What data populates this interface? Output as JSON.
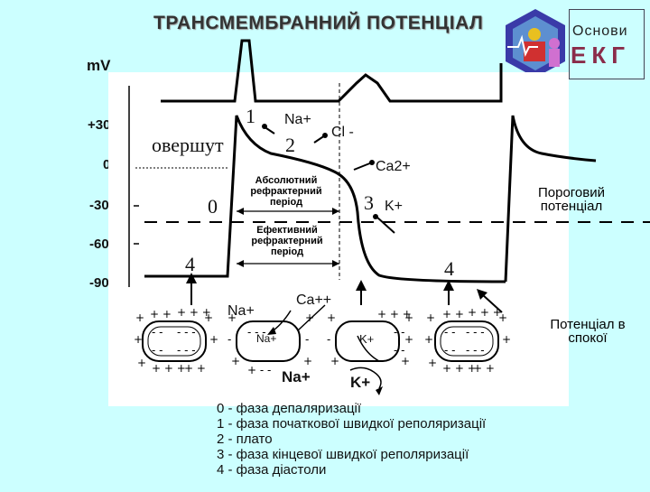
{
  "header": {
    "title": "ТРАНСМЕМБРАННИЙ ПОТЕНЦІАЛ",
    "logo_top": "Основи",
    "logo_bottom": "ЕКГ"
  },
  "axis": {
    "unit": "mV",
    "ticks": [
      "+30",
      "0",
      "-30",
      "-60",
      "-90"
    ]
  },
  "labels": {
    "overshoot": "овершут",
    "phase0": "0",
    "phase1": "1",
    "phase2": "2",
    "phase3": "3",
    "phase4_left": "4",
    "phase4_right": "4",
    "na_plus": "Na+",
    "cl_minus": "Cl -",
    "ca2_plus": "Ca2+",
    "k_plus": "K+",
    "absolute_refractory": "Абсолютний рефрактерний період",
    "effective_refractory": "Ефективний рефрактерний період",
    "threshold_potential": "Пороговий потенціал",
    "resting_potential": "Потенціал в спокої",
    "na_left": "Na+",
    "ca_plus_plus": "Ca++",
    "na_inside": "Na+",
    "k_inside": "K+",
    "na_bottom": "Na+",
    "k_bottom": "K+"
  },
  "legend": [
    "0 - фаза депаляризації",
    "1 - фаза початкової швидкої реполяризації",
    "2 - плато",
    "3 - фаза кінцевої швидкої реполяризації",
    "4 - фаза діастоли"
  ],
  "colors": {
    "background": "#ccffff",
    "panel": "#ffffff",
    "logo_accent": "#8a2c4a"
  }
}
